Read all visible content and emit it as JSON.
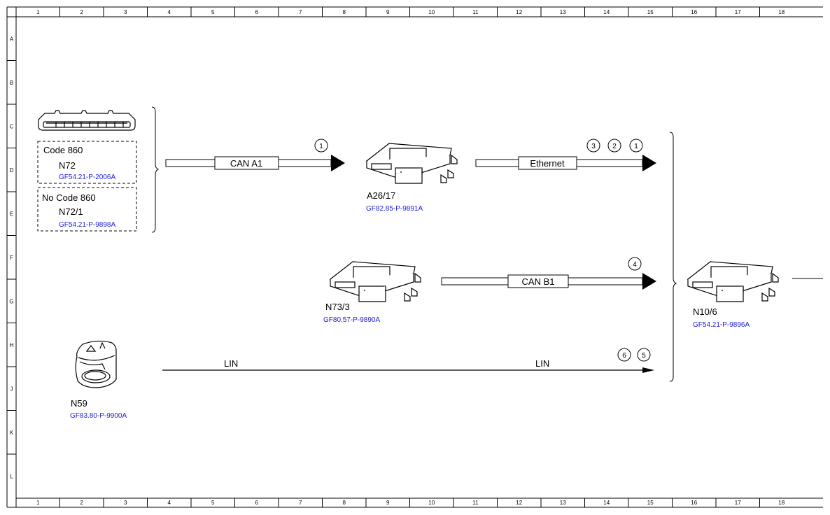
{
  "frame": {
    "columns": [
      "1",
      "2",
      "3",
      "4",
      "5",
      "6",
      "7",
      "8",
      "9",
      "10",
      "11",
      "12",
      "13",
      "14",
      "15",
      "16",
      "17",
      "18"
    ],
    "rows": [
      "A",
      "B",
      "C",
      "D",
      "E",
      "F",
      "G",
      "H",
      "J",
      "K",
      "L"
    ]
  },
  "components": {
    "n72": {
      "code_label": "Code 860",
      "name": "N72",
      "ref": "GF54.21-P-2006A"
    },
    "n72_1": {
      "code_label": "No Code 860",
      "name": "N72/1",
      "ref": "GF54.21-P-9898A"
    },
    "a26_17": {
      "name": "A26/17",
      "ref": "GF82.85-P-9891A"
    },
    "n73_3": {
      "name": "N73/3",
      "ref": "GF80.57-P-9890A"
    },
    "n10_6": {
      "name": "N10/6",
      "ref": "GF54.21-P-9896A"
    },
    "n59": {
      "name": "N59",
      "ref": "GF83.80-P-9900A"
    }
  },
  "buses": {
    "can_a1": {
      "label": "CAN A1",
      "markers": [
        "1"
      ]
    },
    "ethernet": {
      "label": "Ethernet",
      "markers": [
        "3",
        "2",
        "1"
      ]
    },
    "can_b1": {
      "label": "CAN B1",
      "markers": [
        "4"
      ]
    },
    "lin": {
      "label_left": "LIN",
      "label_right": "LIN",
      "markers": [
        "6",
        "5"
      ]
    }
  }
}
